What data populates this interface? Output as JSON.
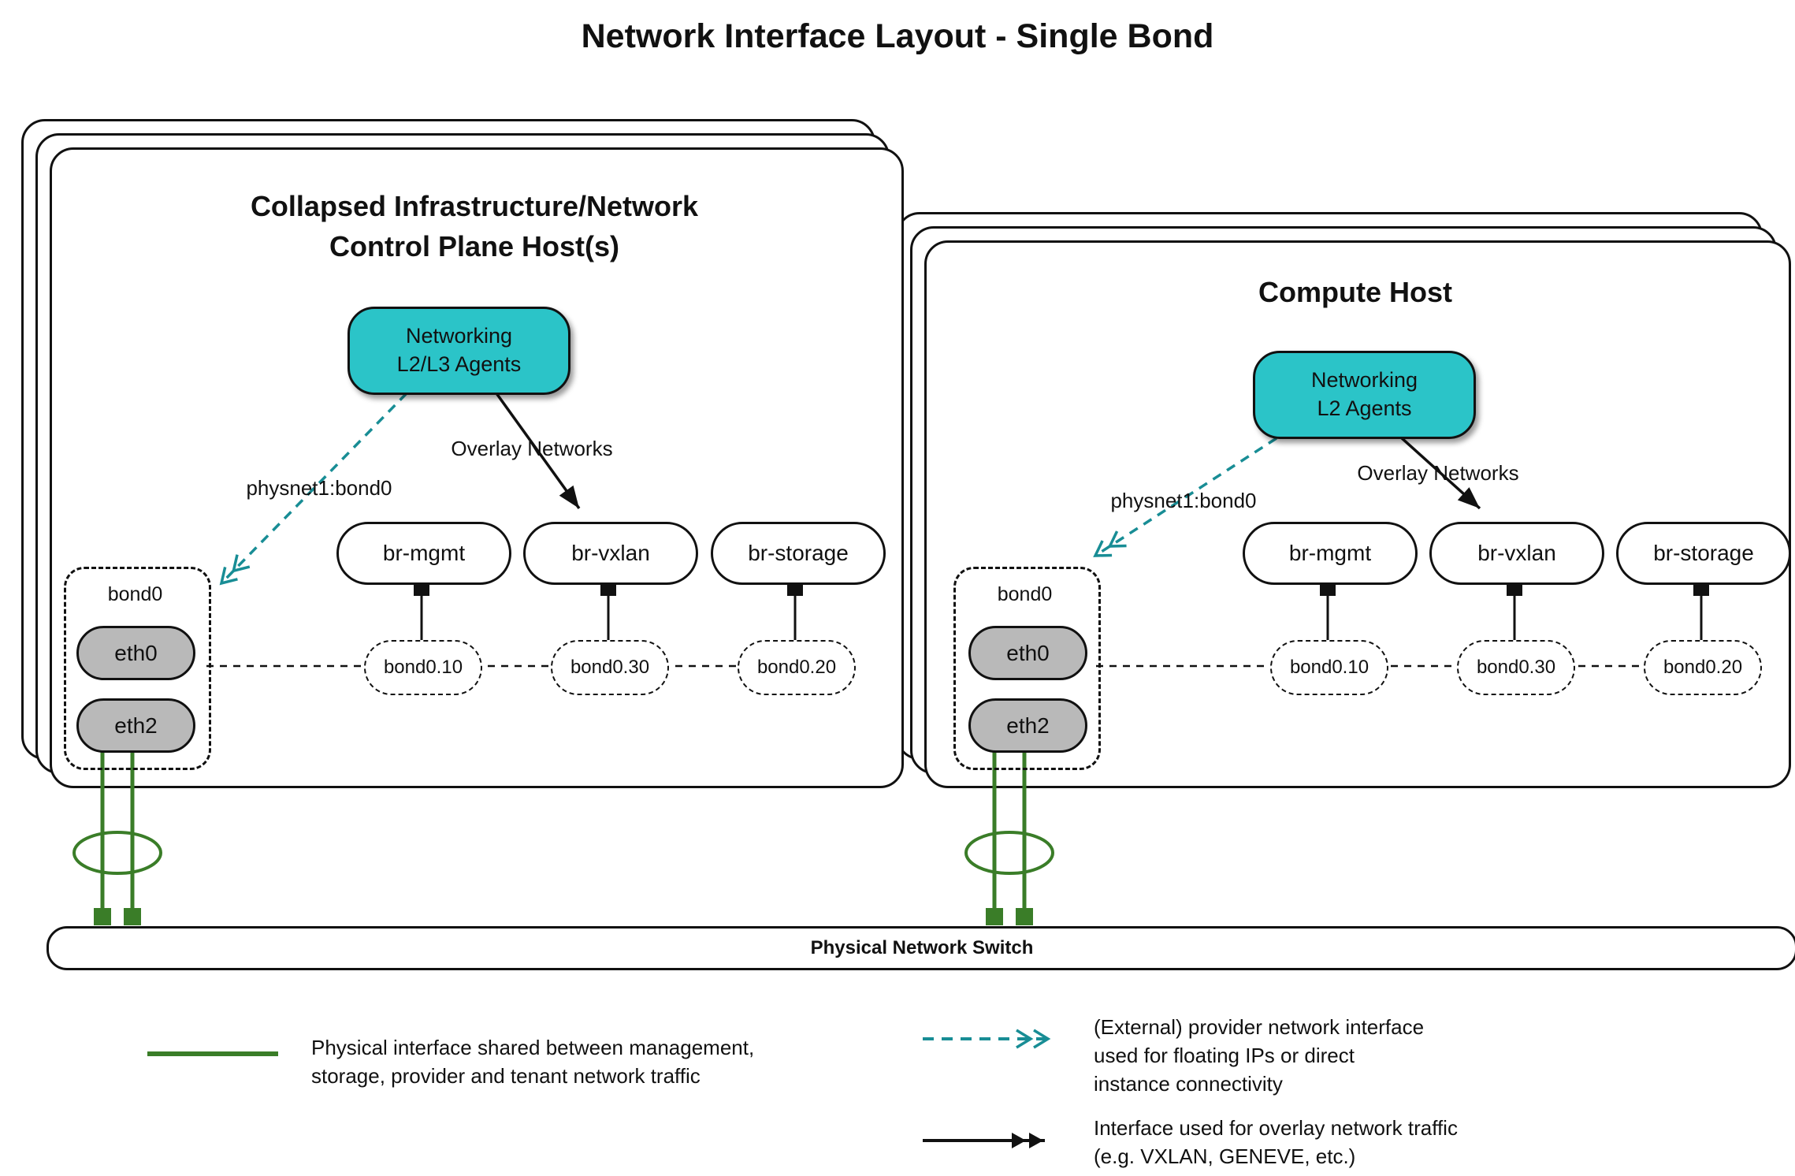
{
  "title": "Network Interface Layout - Single Bond",
  "hosts": [
    {
      "title": "Collapsed Infrastructure/Network\nControl Plane Host(s)",
      "agent": "Networking\nL2/L3 Agents",
      "overlay_label": "Overlay Networks",
      "physnet_label": "physnet1:bond0",
      "bond": "bond0",
      "nics": [
        "eth0",
        "eth2"
      ],
      "bridges": [
        "br-mgmt",
        "br-vxlan",
        "br-storage"
      ],
      "vlans": [
        "bond0.10",
        "bond0.30",
        "bond0.20"
      ]
    },
    {
      "title": "Compute Host",
      "agent": "Networking\nL2 Agents",
      "overlay_label": "Overlay Networks",
      "physnet_label": "physnet1:bond0",
      "bond": "bond0",
      "nics": [
        "eth0",
        "eth2"
      ],
      "bridges": [
        "br-mgmt",
        "br-vxlan",
        "br-storage"
      ],
      "vlans": [
        "bond0.10",
        "bond0.30",
        "bond0.20"
      ]
    }
  ],
  "switch_label": "Physical Network Switch",
  "legend": {
    "physical": "Physical interface shared between management,\nstorage, provider and tenant network traffic",
    "provider": "(External) provider network interface\nused for floating IPs or direct\ninstance connectivity",
    "overlay": "Interface used for overlay network traffic\n(e.g. VXLAN, GENEVE, etc.)"
  },
  "colors": {
    "teal_fill": "#2bc4c8",
    "teal_arrow": "#188d95",
    "green": "#3a7d28",
    "nic_gray": "#b9b9b9",
    "line_black": "#111111"
  }
}
